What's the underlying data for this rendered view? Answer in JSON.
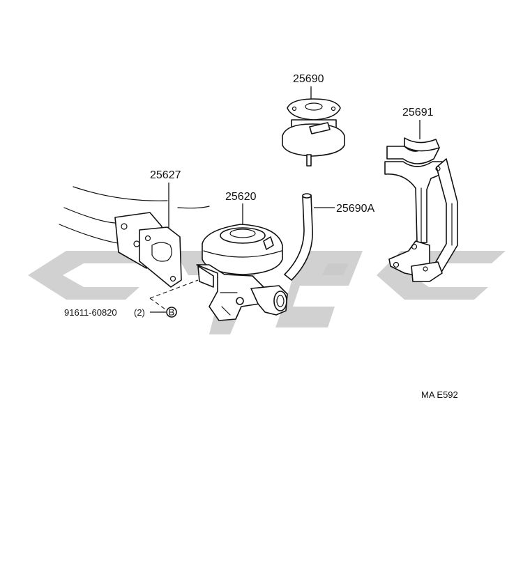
{
  "diagram": {
    "parts": [
      {
        "id": "vsv",
        "label": "25690"
      },
      {
        "id": "bracket",
        "label": "25691"
      },
      {
        "id": "gasket",
        "label": "25627"
      },
      {
        "id": "egr-valve",
        "label": "25620"
      },
      {
        "id": "hose",
        "label": "25690A"
      }
    ],
    "bolt": {
      "part_number": "91611-60820",
      "quantity": "(2)",
      "ref_letter": "B"
    },
    "figure_code": "MA E592",
    "colors": {
      "ink": "#111111",
      "watermark": "#c9c9c9",
      "background": "#ffffff"
    }
  }
}
